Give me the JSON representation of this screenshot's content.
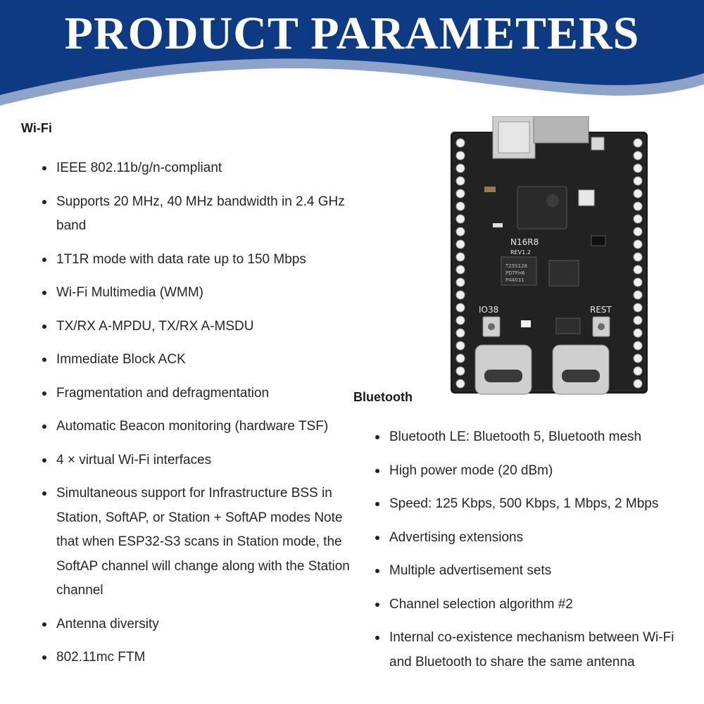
{
  "header": {
    "title": "PRODUCT PARAMETERS",
    "colors": {
      "banner": "#0d3a82",
      "wave": "#8fa3c8",
      "text": "#ffffff"
    }
  },
  "wifi": {
    "heading": "Wi-Fi",
    "items": [
      "IEEE 802.11b/g/n-compliant",
      "Supports 20 MHz, 40 MHz bandwidth in 2.4 GHz band",
      "1T1R mode with data rate up to 150 Mbps",
      "Wi-Fi Multimedia (WMM)",
      "TX/RX A-MPDU, TX/RX A-MSDU",
      "Immediate Block ACK",
      "Fragmentation and defragmentation",
      "Automatic Beacon monitoring (hardware TSF)",
      "4 × virtual Wi-Fi interfaces",
      "Simultaneous support for Infrastructure BSS in Station, SoftAP, or Station + SoftAP modes Note that when ESP32-S3 scans in Station mode, the SoftAP channel will change along with the Station channel",
      "Antenna diversity",
      "802.11mc FTM"
    ]
  },
  "bluetooth": {
    "heading": "Bluetooth",
    "items": [
      "Bluetooth LE: Bluetooth 5, Bluetooth mesh",
      "High power mode (20 dBm)",
      "Speed: 125 Kbps, 500 Kbps, 1 Mbps, 2 Mbps",
      "Advertising extensions",
      "Multiple advertisement sets",
      "Channel selection algorithm #2",
      "Internal co-existence mechanism between Wi-Fi and Bluetooth to share the same antenna"
    ]
  },
  "board": {
    "labels": {
      "module": "N16R8",
      "revision": "REV1.2",
      "chip_code_1": "T25S128",
      "chip_code_2": "PDTFH6",
      "chip_code_3": "P44031",
      "left_button": "IO38",
      "right_button": "REST"
    }
  }
}
